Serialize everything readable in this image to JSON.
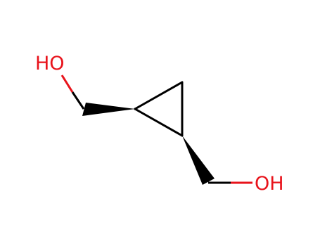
{
  "molecule": {
    "atoms": {
      "hydroxyl_top": {
        "label": "HO",
        "color": "#e8131b"
      },
      "hydroxyl_bottom": {
        "label": "OH",
        "color": "#e8131b"
      }
    },
    "bond_color": "#000000",
    "hetero_bond_color": "#e8131b",
    "ring": "cyclopropane",
    "stereo_bonds": [
      "wedge",
      "wedge"
    ]
  }
}
